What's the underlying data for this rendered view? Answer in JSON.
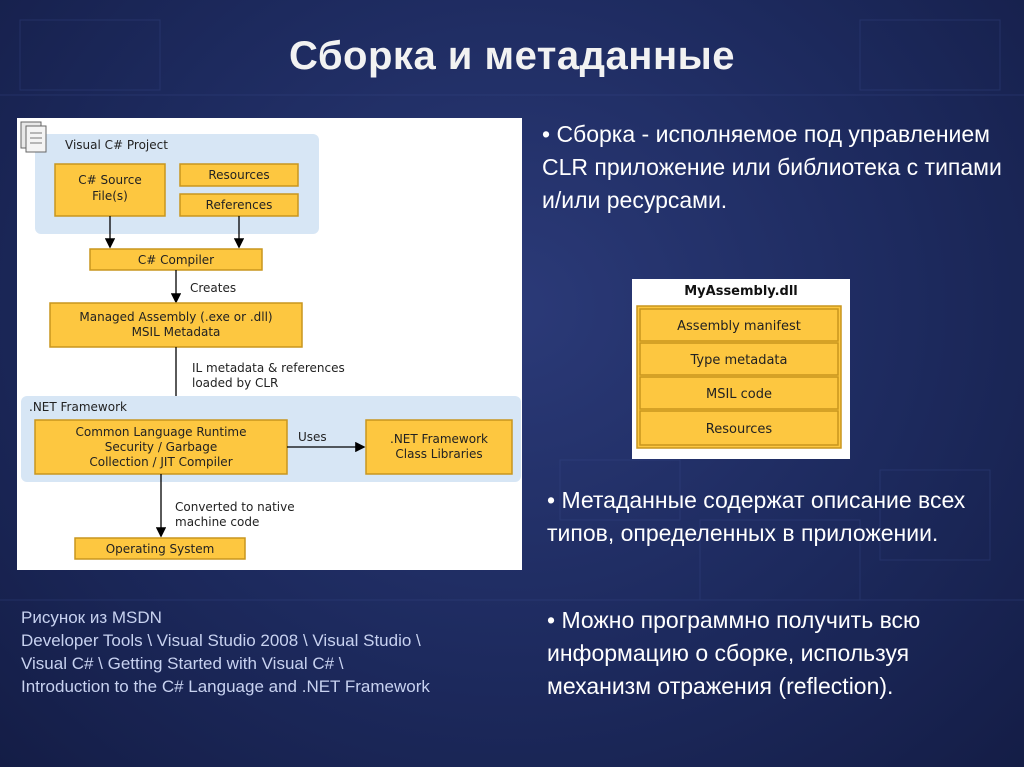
{
  "slide": {
    "title": "Сборка и метаданные"
  },
  "diagram": {
    "project_group": "Visual C# Project",
    "source_files": [
      "C# Source",
      "File(s)"
    ],
    "resources": "Resources",
    "references": "References",
    "compiler": "C# Compiler",
    "creates": "Creates",
    "managed_assembly": [
      "Managed Assembly (.exe or .dll)",
      "MSIL Metadata"
    ],
    "il_note": [
      "IL metadata & references",
      "loaded by CLR"
    ],
    "framework_group": ".NET Framework",
    "clr": [
      "Common Language Runtime",
      "Security / Garbage",
      "Collection / JIT Compiler"
    ],
    "uses": "Uses",
    "class_libraries": [
      ".NET Framework",
      "Class Libraries"
    ],
    "converted": [
      "Converted to native",
      "machine code"
    ],
    "os": "Operating System"
  },
  "caption": {
    "lines": [
      "Рисунок из MSDN",
      "Developer Tools \\ Visual Studio 2008 \\ Visual Studio \\",
      "Visual C# \\ Getting Started with Visual C# \\",
      "Introduction to the C# Language and .NET Framework"
    ]
  },
  "bullets": [
    "• Сборка -  исполняемое под управлением CLR приложение или  библиотека с типами и/или ресурсами.",
    "• Метаданные содержат описание всех типов, определенных в  приложении.",
    "• Можно программно получить всю информацию о сборке, используя механизм отражения (reflection)."
  ],
  "assembly": {
    "title": "MyAssembly.dll",
    "rows": [
      "Assembly manifest",
      "Type metadata",
      "MSIL code",
      "Resources"
    ]
  },
  "colors": {
    "box_fill": "#fdc740",
    "box_border": "#c8961e",
    "group_fill": "#d7e6f5"
  }
}
